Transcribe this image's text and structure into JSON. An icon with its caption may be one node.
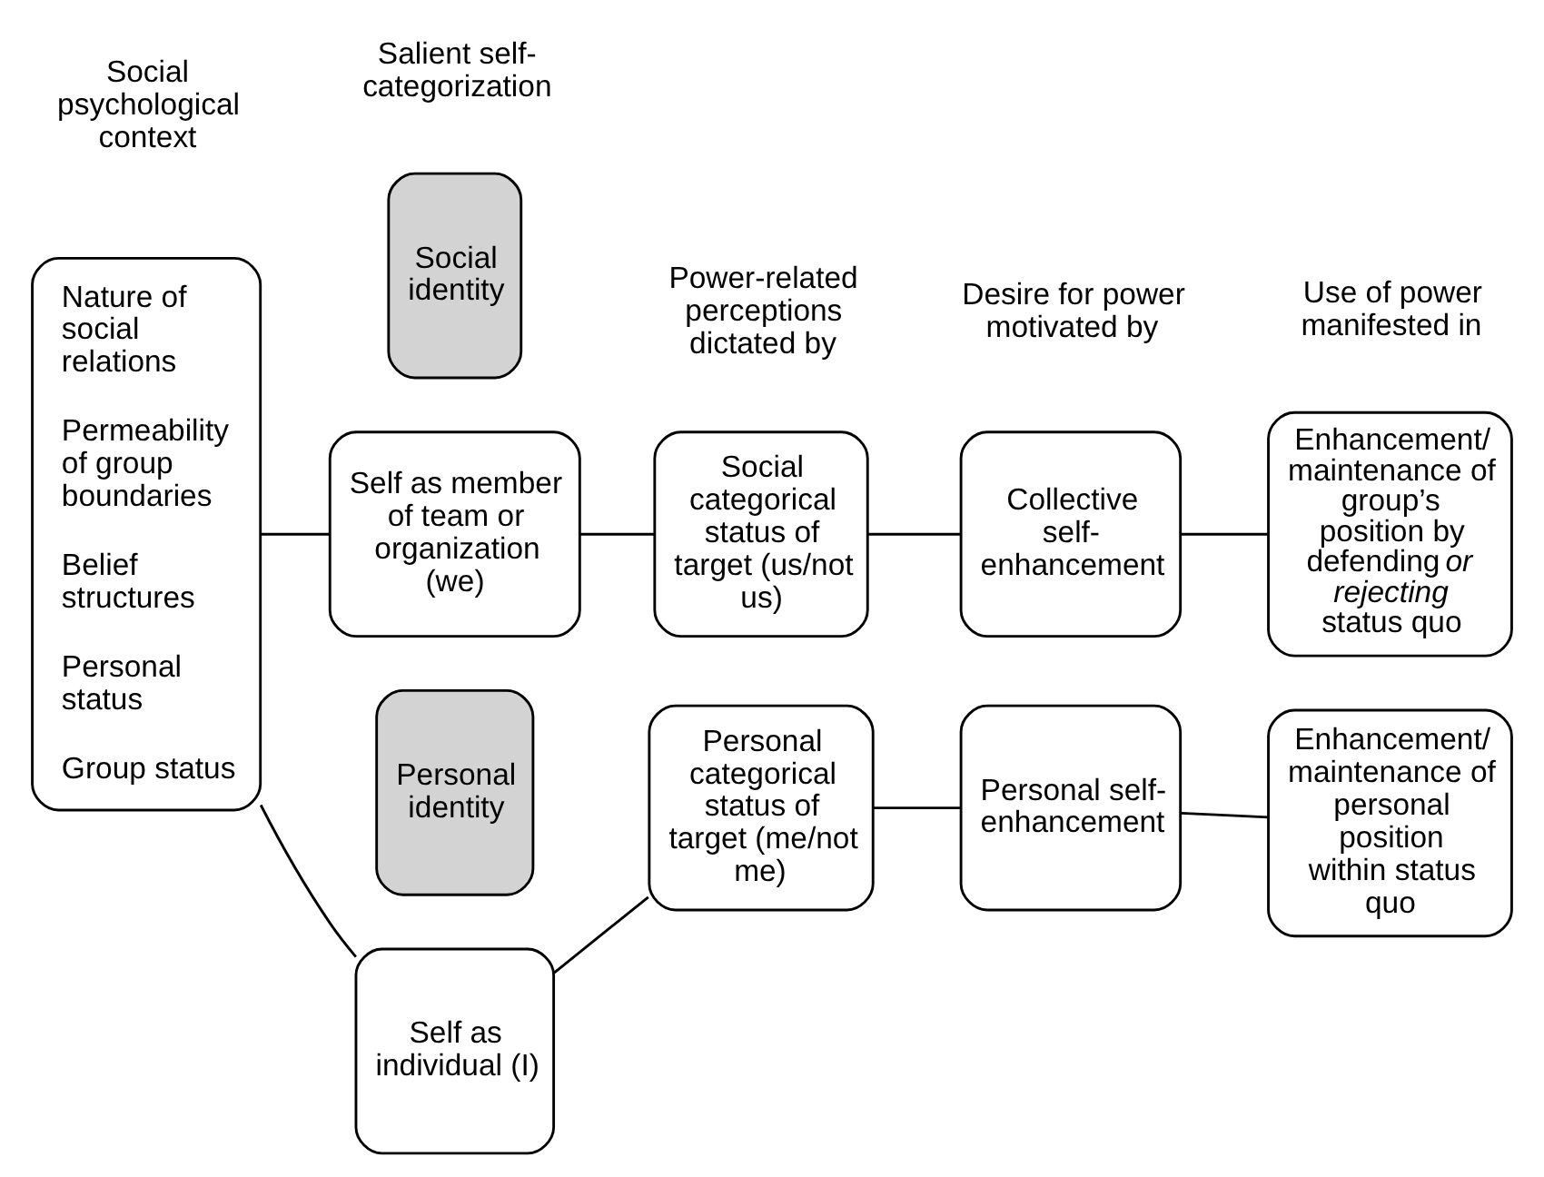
{
  "diagram": {
    "nodes": [
      {
        "text": [
          "Nature of social relations",
          "Permeability of group boundaries",
          "Belief structures",
          "Personal status",
          "Group status"
        ]
      },
      {
        "text": [
          "Social identity"
        ]
      },
      {
        "text": [
          "Self as member of team or organization (we)"
        ]
      },
      {
        "text": [
          "Social categorical status of target (us/not us)"
        ]
      },
      {
        "text": [
          "Collective self-enhancement"
        ]
      },
      {
        "text": [
          "Enhancement/ maintenance of group’s position by defending *or rejecting* status quo"
        ]
      },
      {
        "text": [
          "Personal identity"
        ]
      },
      {
        "text": [
          "Self as individual (I)"
        ]
      },
      {
        "text": [
          "Personal categorical status of target (me/not me)"
        ]
      },
      {
        "text": [
          "Personal self-enhancement"
        ]
      },
      {
        "text": [
          "Enhancement/ maintenance of personal position within status quo"
        ]
      }
    ],
    "edges": [
      {
        "from": 0,
        "to": 2,
        "arrow": "none"
      },
      {
        "from": 2,
        "to": 3,
        "arrow": "none"
      },
      {
        "from": 3,
        "to": 4,
        "arrow": "none"
      },
      {
        "from": 4,
        "to": 5,
        "arrow": "none"
      },
      {
        "from": 0,
        "to": 7,
        "arrow": "none"
      },
      {
        "from": 7,
        "to": 8,
        "arrow": "none"
      },
      {
        "from": 8,
        "to": 9,
        "arrow": "none"
      },
      {
        "from": 9,
        "to": 10,
        "arrow": "none"
      }
    ],
    "labels": [
      "Social psychological context",
      "Salient self-categorization",
      "Power-related perceptions dictated by",
      "Desire for power motivated by",
      "Use of power manifested in"
    ]
  }
}
